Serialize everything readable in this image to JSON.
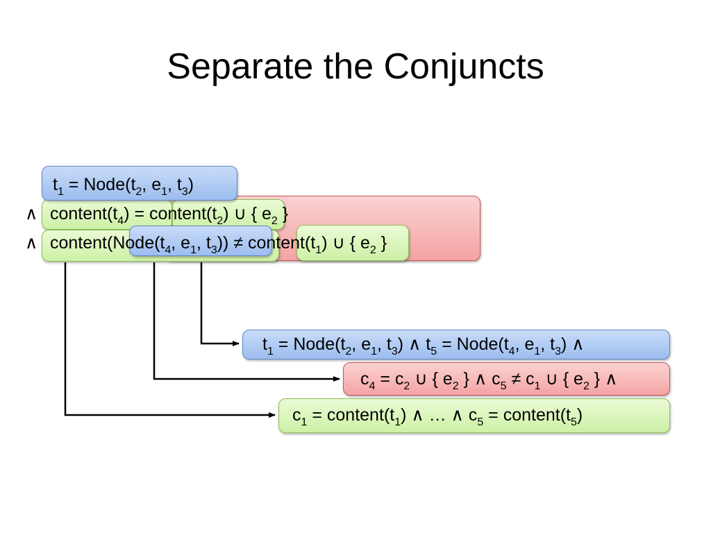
{
  "title": "Separate the Conjuncts",
  "colors": {
    "blue_fill": "#b2cdf3",
    "red_fill": "#f7bcbc",
    "green_fill": "#dcf6be"
  },
  "formula": {
    "line1": [
      "t",
      "1",
      " = Node(t",
      "2",
      ", e",
      "1",
      ", t",
      "3",
      ")"
    ],
    "line2_and": "∧",
    "line2": [
      "content(t",
      "4",
      ") = content(t",
      "2",
      ") ∪ { e",
      "2",
      " }"
    ],
    "line3_and": "∧",
    "line3": [
      "content(Node(t",
      "4",
      ", e",
      "1",
      ", t",
      "3",
      ")) ≠ content(t",
      "1",
      ") ∪ { e",
      "2",
      " }"
    ]
  },
  "results": {
    "blue": [
      "t",
      "1",
      " = Node(t",
      "2",
      ", e",
      "1",
      ", t",
      "3",
      ") ∧ t",
      "5",
      " = Node(t",
      "4",
      ", e",
      "1",
      ", t",
      "3",
      ") ∧"
    ],
    "red": [
      "c",
      "4",
      " = c",
      "2",
      " ∪ { e",
      "2",
      " } ∧ c",
      "5",
      " ≠ c",
      "1",
      " ∪ { e",
      "2",
      " } ∧"
    ],
    "green": [
      "c",
      "1",
      " = content(t",
      "1",
      ") ∧ … ∧ c",
      "5",
      " = content(t",
      "5",
      ")"
    ]
  }
}
